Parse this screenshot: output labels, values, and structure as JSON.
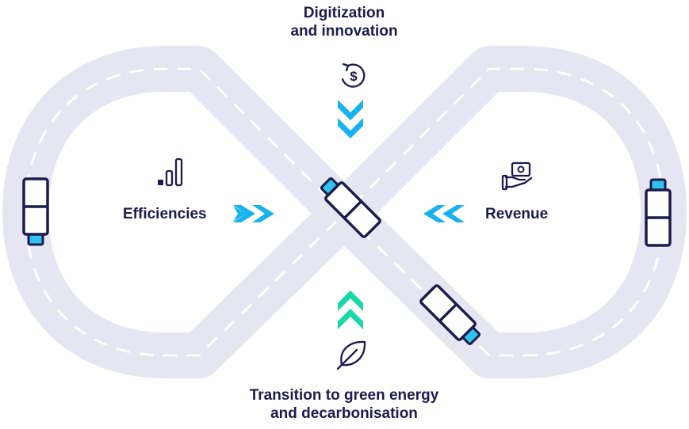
{
  "diagram": {
    "top": {
      "line1": "Digitization",
      "line2": "and innovation",
      "icon": "dollar-cycle-icon"
    },
    "bottom": {
      "line1": "Transition to green energy",
      "line2": "and decarbonisation",
      "icon": "leaf-icon"
    },
    "left": {
      "label": "Efficiencies",
      "icon": "signal-bars-icon"
    },
    "right": {
      "label": "Revenue",
      "icon": "hand-money-icon"
    }
  },
  "colors": {
    "road": "#e5e6f1",
    "lane_mark": "#ffffff",
    "text": "#1d1b4c",
    "truck_outline": "#1d1b4c",
    "truck_cab": "#2ec4ee",
    "arrow_blue": "#18b3ee",
    "arrow_green": "#16d9a6"
  }
}
